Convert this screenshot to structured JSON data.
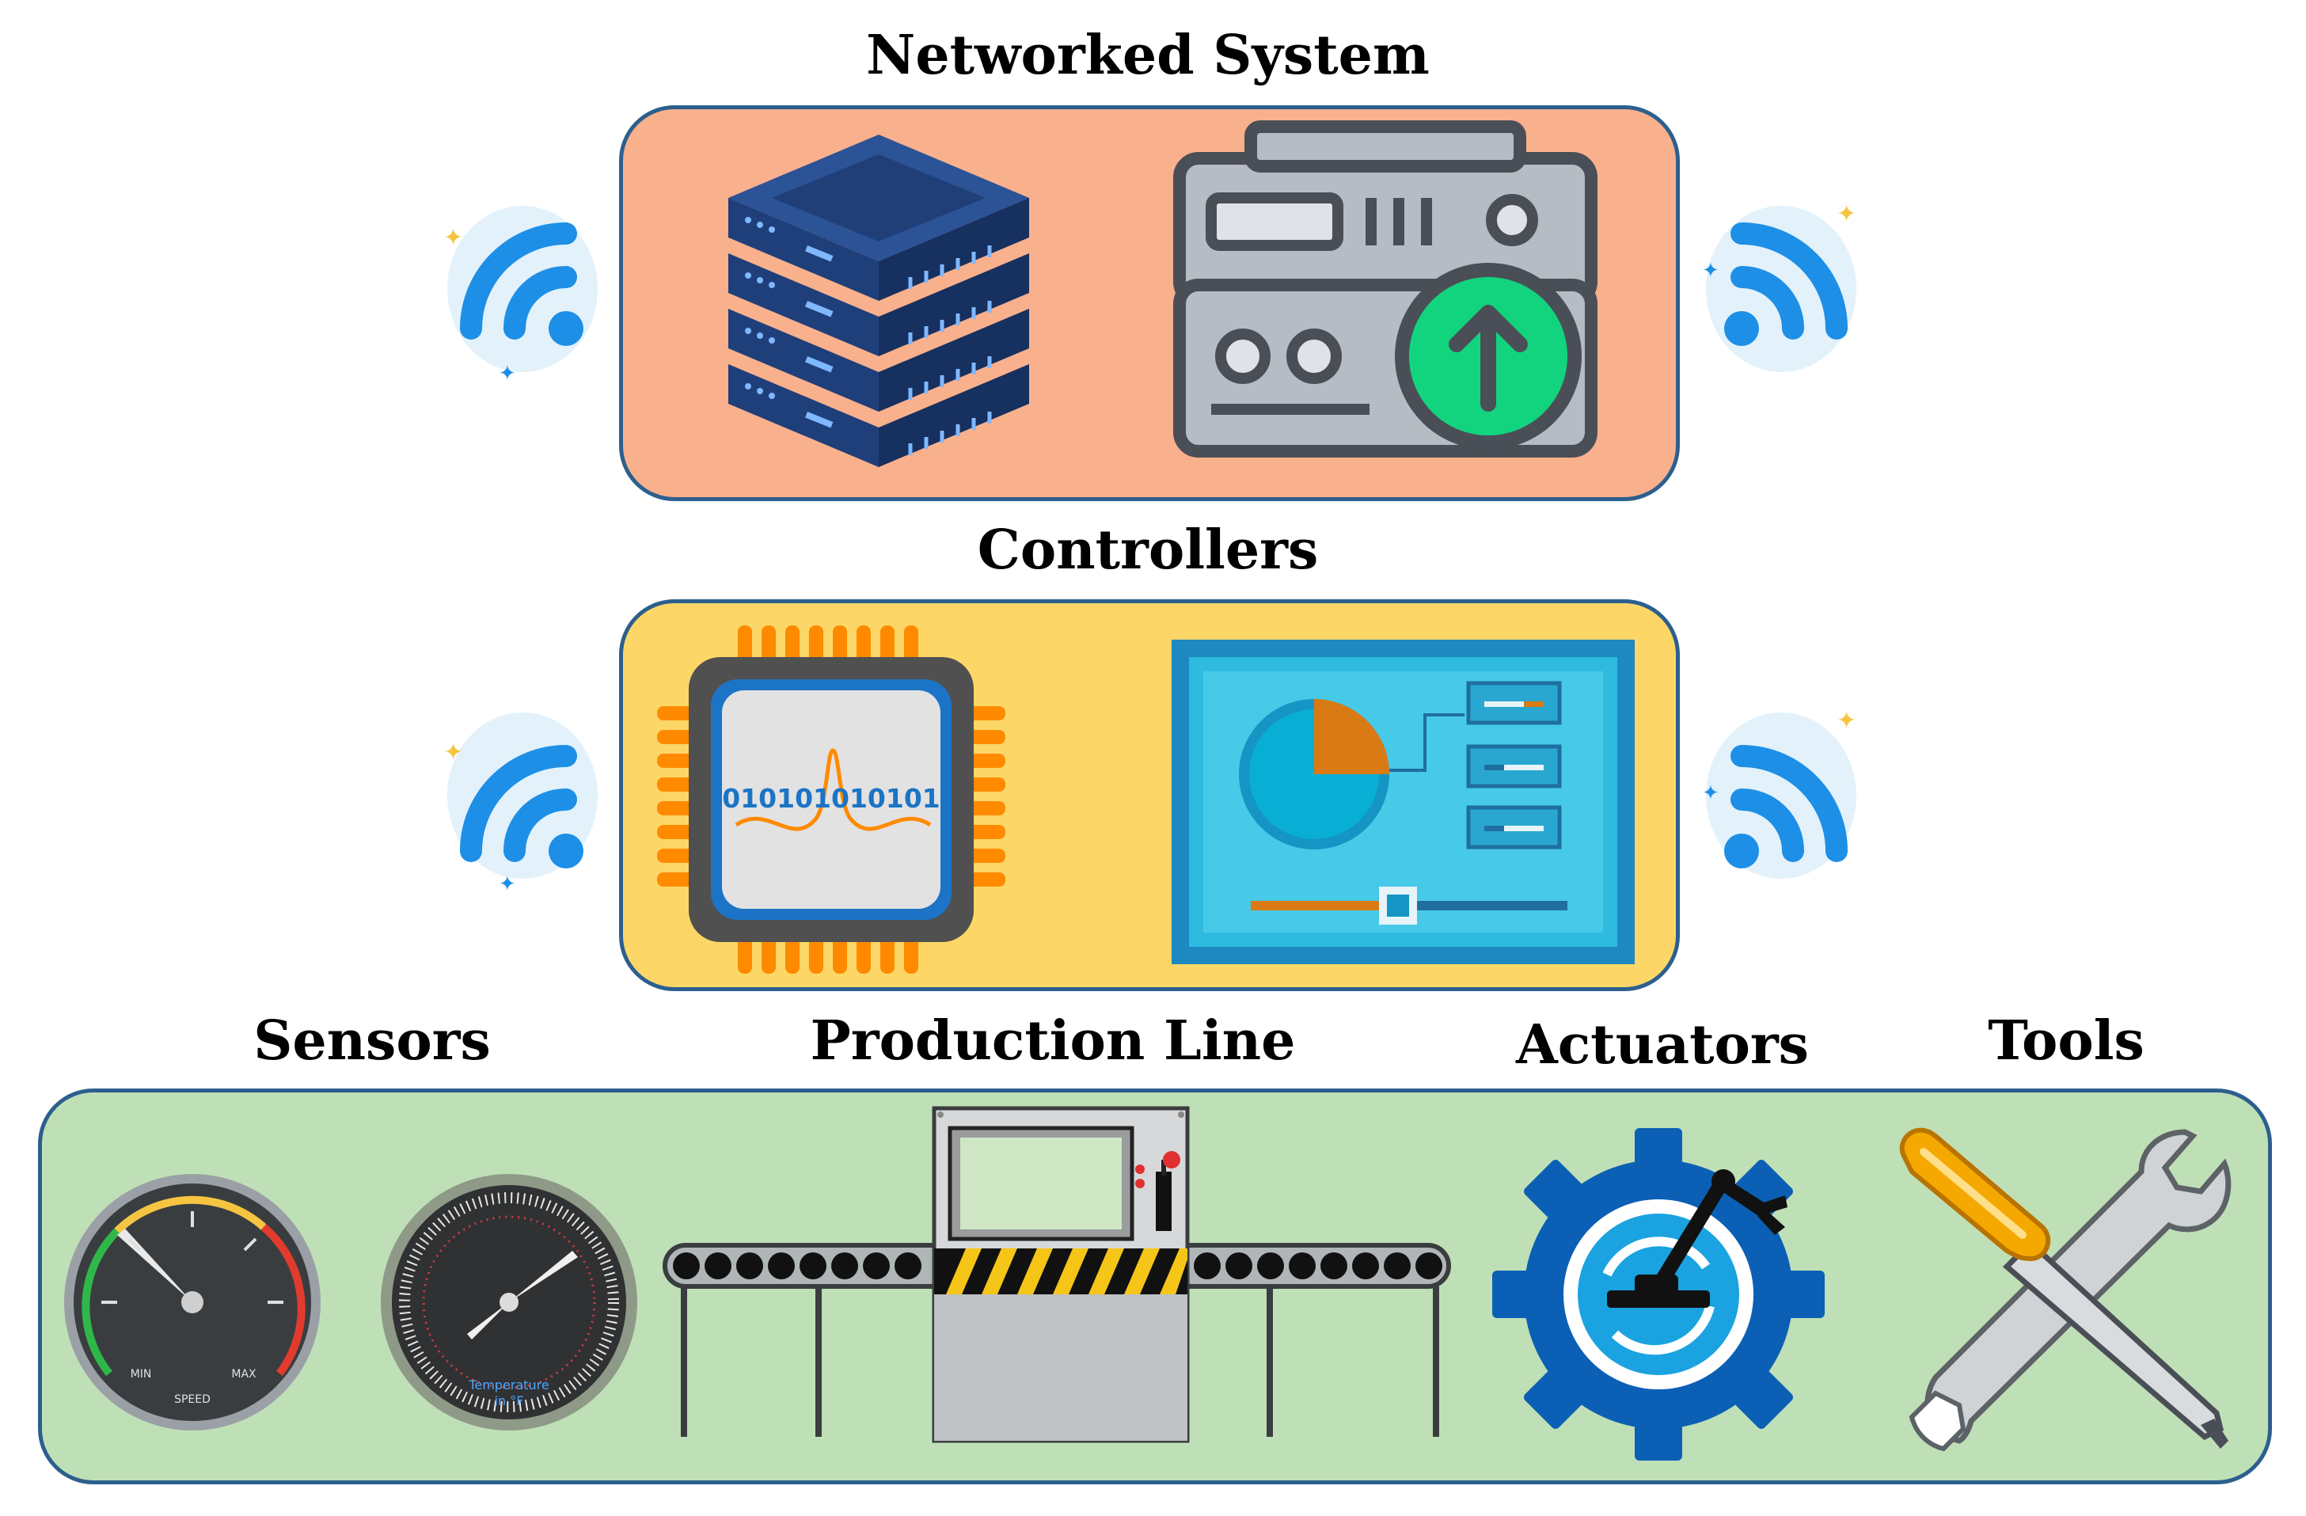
{
  "titles": {
    "networked": "Networked System",
    "controllers": "Controllers",
    "sensors": "Sensors",
    "production": "Production Line",
    "actuators": "Actuators",
    "tools": "Tools"
  },
  "chip_text": "010101010101",
  "gauge_speed": {
    "min": "MIN",
    "max": "MAX",
    "label": "SPEED"
  },
  "gauge_temp": {
    "label": "Temperature",
    "unit": "in °F"
  },
  "colors": {
    "networked_panel": "#f9b08c",
    "controllers_panel": "#fcd768",
    "field_panel": "#bfe0b6",
    "panel_border": "#2c5f8d",
    "wifi_blue": "#1d8fe6",
    "server_blue": "#1f3f7a",
    "upload_green": "#12d47e"
  },
  "icons": [
    "wifi-icon",
    "server-stack-icon",
    "network-device-upload-icon",
    "microcontroller-chip-icon",
    "hmi-dashboard-icon",
    "speed-gauge-icon",
    "temperature-gauge-icon",
    "conveyor-machine-icon",
    "robot-arm-gear-icon",
    "wrench-screwdriver-icon"
  ]
}
